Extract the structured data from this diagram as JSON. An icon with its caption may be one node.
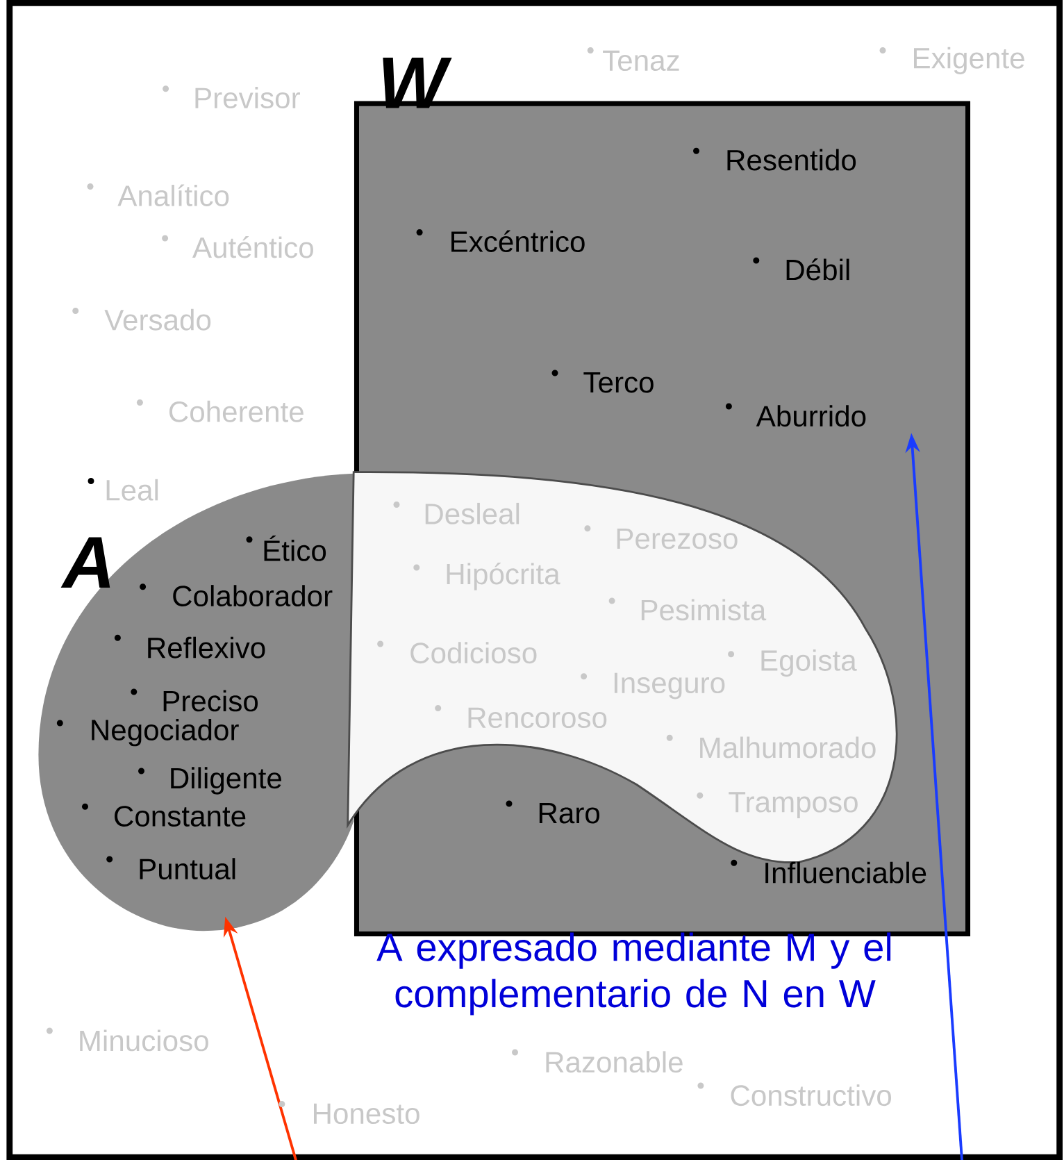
{
  "diagram": {
    "caption": "A expresado mediante M y el complementario de N en W",
    "nodes": [
      {
        "text": [
          "W"
        ]
      },
      {
        "text": [
          "A"
        ]
      }
    ],
    "edges": [
      {
        "from": null,
        "to": 1,
        "arrow": "to",
        "color": "#ff3300"
      },
      {
        "from": null,
        "to": 0,
        "arrow": "to",
        "color": "#1a3cff"
      }
    ],
    "labels": [
      "Tenaz",
      "Exigente",
      "Previsor",
      "Resentido",
      "Analítico",
      "Excéntrico",
      "Auténtico",
      "Débil",
      "Versado",
      "Terco",
      "Coherente",
      "Aburrido",
      "Leal",
      "Desleal",
      "Perezoso",
      "Ético",
      "Hipócrita",
      "Colaborador",
      "Pesimista",
      "Reflexivo",
      "Codicioso",
      "Egoista",
      "Inseguro",
      "Preciso",
      "Rencoroso",
      "Negociador",
      "Malhumorado",
      "Diligente",
      "Tramposo",
      "Raro",
      "Constante",
      "Puntual",
      "Influenciable",
      "Minucioso",
      "Razonable",
      "Constructivo",
      "Honesto"
    ]
  }
}
